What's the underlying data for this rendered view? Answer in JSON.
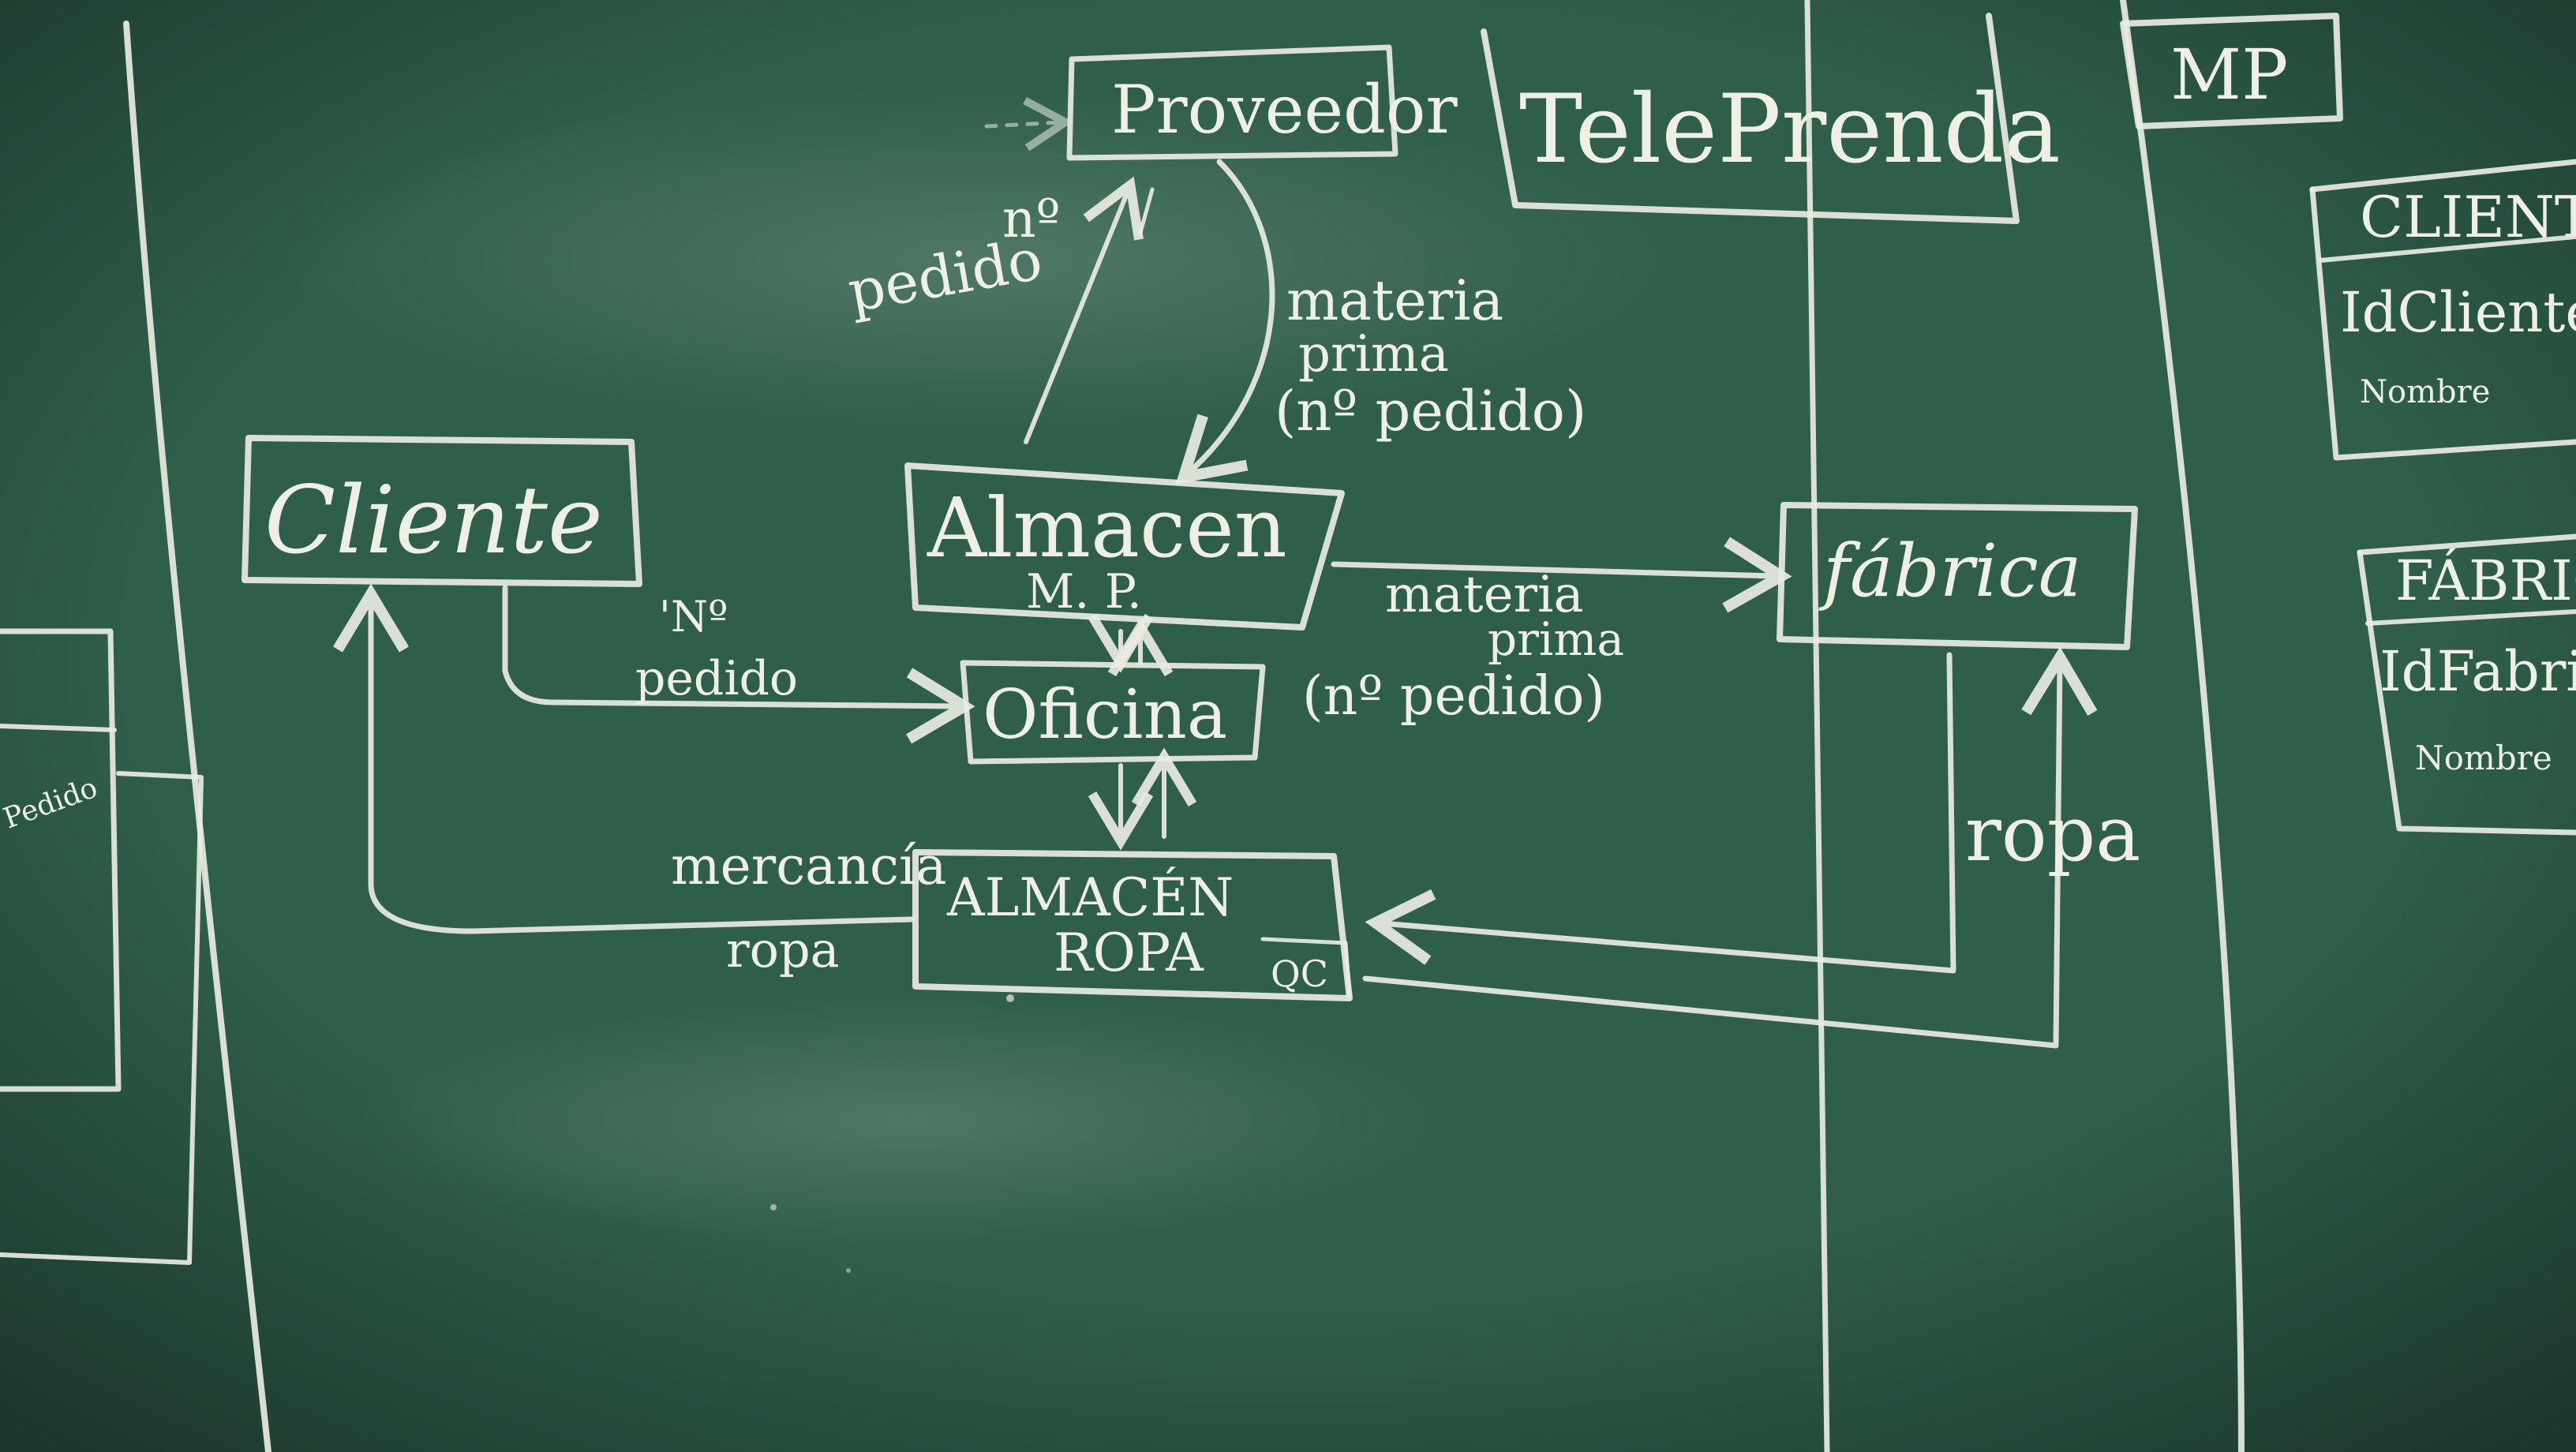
{
  "title": "TelePrenda",
  "mp_label": "MP",
  "colors": {
    "board": "#2f5e4a",
    "chalk": "#eef0e6"
  },
  "nodes": {
    "proveedor": "Proveedor",
    "cliente": "Cliente",
    "almacen_mp_line1": "Almacen",
    "almacen_mp_line2": "M. P.",
    "oficina": "Oficina",
    "almacen_ropa_line1": "ALMACÉN",
    "almacen_ropa_line2": "ROPA",
    "qc": "QC",
    "fabrica": "fábrica"
  },
  "flows": {
    "n_pedido_up_line1": "nº",
    "n_pedido_up_line2": "pedido",
    "materia_prima_down_line1": "materia",
    "materia_prima_down_line2": "prima",
    "materia_prima_down_line3": "(nº pedido)",
    "n_pedido_cliente_line1": "'Nº",
    "n_pedido_cliente_line2": "pedido",
    "materia_prima_fabrica_line1": "materia",
    "materia_prima_fabrica_line2": "prima",
    "materia_prima_fabrica_line3": "(nº pedido)",
    "mercancia": "mercancía",
    "ropa_left": "ropa",
    "ropa_right": "ropa"
  },
  "tables": {
    "cliente_table_title": "CLIENTE",
    "cliente_table_field1": "IdCliente",
    "cliente_table_field2": "Nombre",
    "fabrica_table_title": "FÁBRICA",
    "fabrica_table_field1": "IdFabrica",
    "fabrica_table_field2": "Nombre",
    "left_table_text": "Pedido"
  }
}
